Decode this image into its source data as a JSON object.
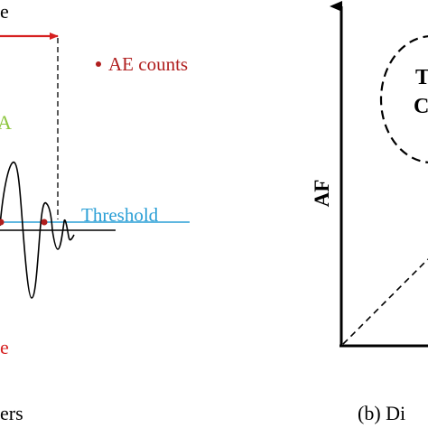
{
  "left_panel": {
    "top_label": "e",
    "legend_label": "AE counts",
    "amplitude_label": "A",
    "threshold_label": "Threshold",
    "bottom_label": "e",
    "caption": "ers",
    "colors": {
      "duration_arrow": "#d62020",
      "ae_count_dot": "#b01e1e",
      "amplitude_text": "#8dc63f",
      "threshold": "#2a9fd6",
      "waveform": "#000000",
      "dashed_guide": "#000000"
    }
  },
  "right_panel": {
    "y_axis_label": "AF",
    "region_label_top": "T",
    "region_label_bottom": "C",
    "caption": "(b) Di",
    "colors": {
      "axes": "#000000",
      "dashed": "#000000"
    }
  }
}
